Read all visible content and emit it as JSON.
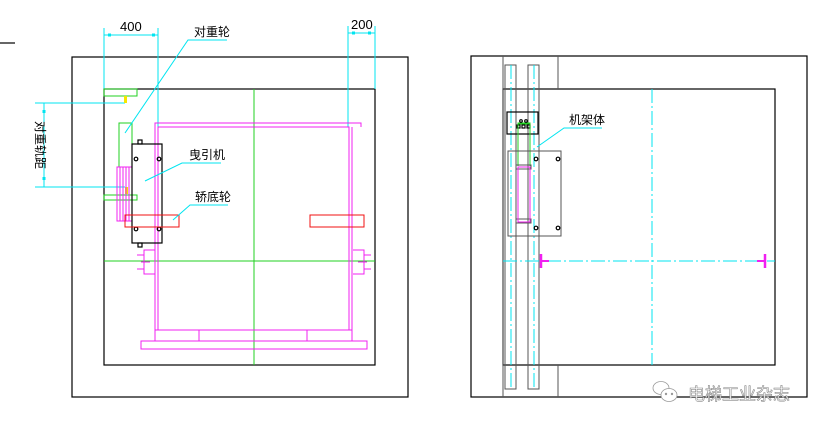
{
  "left_plan": {
    "dim_left": "400",
    "dim_right": "200",
    "label_counterweight_sheave": "对重轮",
    "label_traction_machine": "曳引机",
    "label_car_bottom_sheave": "轿底轮",
    "label_cw_rail_gauge": "对重轨距"
  },
  "right_plan": {
    "label_machine_frame": "机架体"
  },
  "watermark": "电梯工业杂志",
  "colors": {
    "cyan": "#00e5f0",
    "green": "#20d020",
    "magenta": "#f020f0",
    "red": "#f01010"
  }
}
